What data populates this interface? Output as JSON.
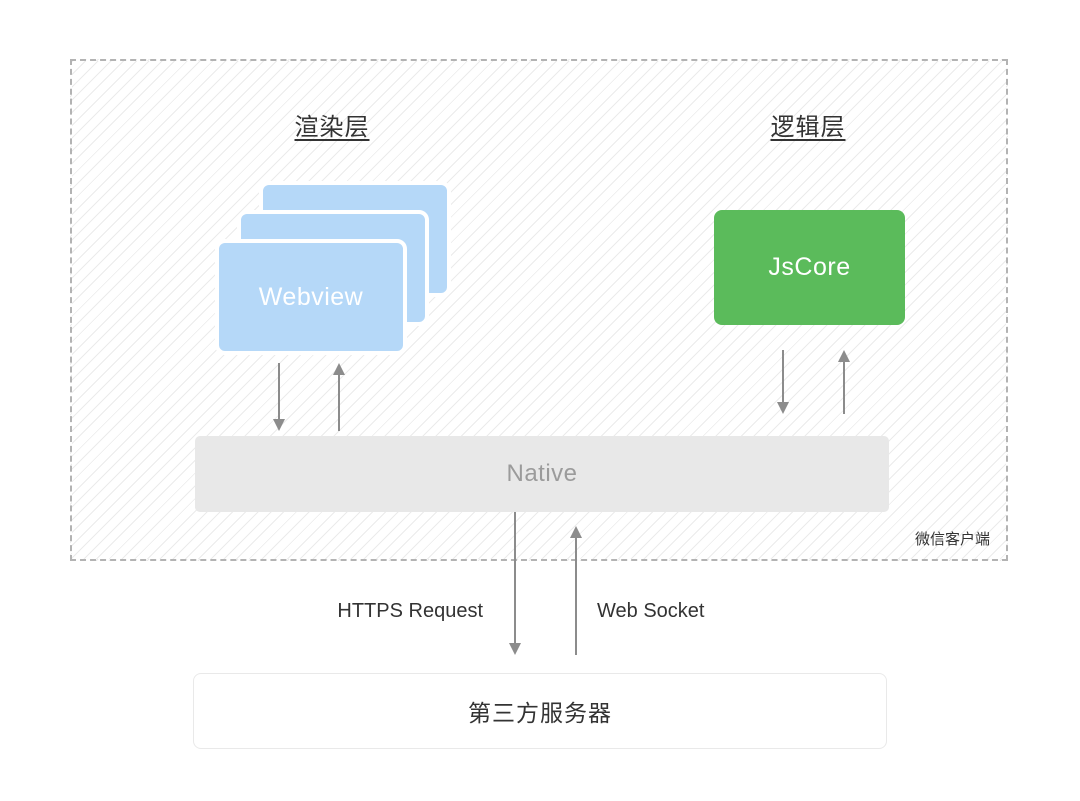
{
  "diagram": {
    "render_layer": {
      "title": "渲染层",
      "webview_label": "Webview"
    },
    "logic_layer": {
      "title": "逻辑层",
      "jscore_label": "JsCore"
    },
    "native_label": "Native",
    "client_label": "微信客户端",
    "https_label": "HTTPS Request",
    "websocket_label": "Web Socket",
    "server_label": "第三方服务器",
    "colors": {
      "webview_fill": "#b5d8f8",
      "jscore_fill": "#5bbb5b",
      "native_fill": "#e8e8e8",
      "native_text": "#9b9b9b",
      "box_text": "#ffffff",
      "arrow": "#8c8c8c",
      "text": "#333333",
      "hatch_line": "#ebebeb",
      "dashed_border": "#b3b3b3",
      "server_border": "#e9e9e9"
    }
  }
}
